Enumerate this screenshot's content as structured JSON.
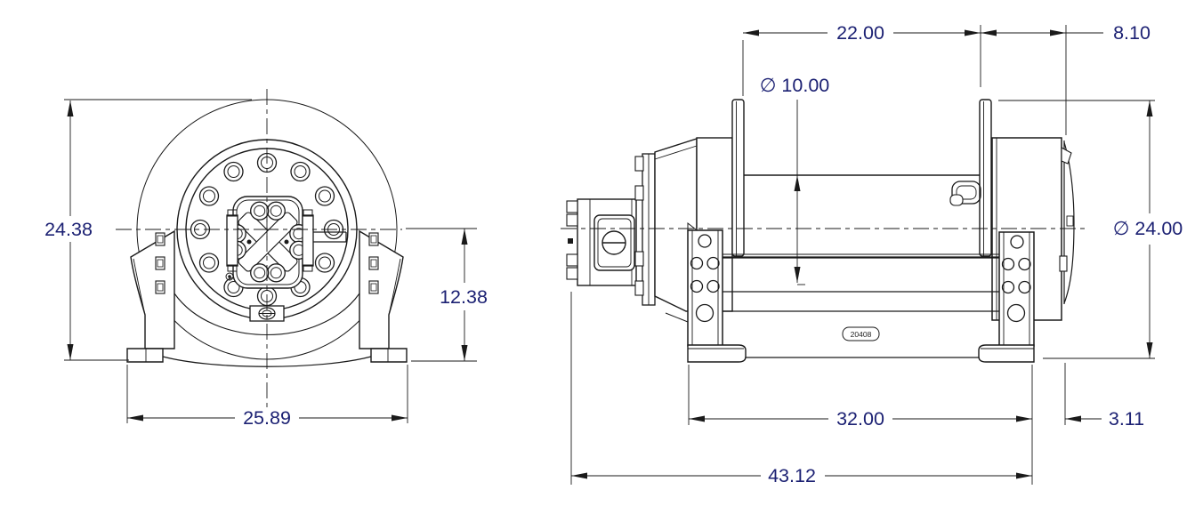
{
  "drawing": {
    "colors": {
      "line": "#1a1a1a",
      "dimension_text": "#1c2173",
      "background": "#ffffff"
    },
    "front_view": {
      "dim_overall_height": "24.38",
      "dim_centerline_height": "12.38",
      "dim_overall_width": "25.89"
    },
    "side_view": {
      "dim_drum_length": "22.00",
      "dim_end_offset": "8.10",
      "dim_drum_diameter": "∅ 10.00",
      "dim_flange_diameter": "∅ 24.00",
      "dim_mount_length": "32.00",
      "dim_end_clearance": "3.11",
      "dim_overall_length": "43.12",
      "part_tag": "20408"
    }
  }
}
